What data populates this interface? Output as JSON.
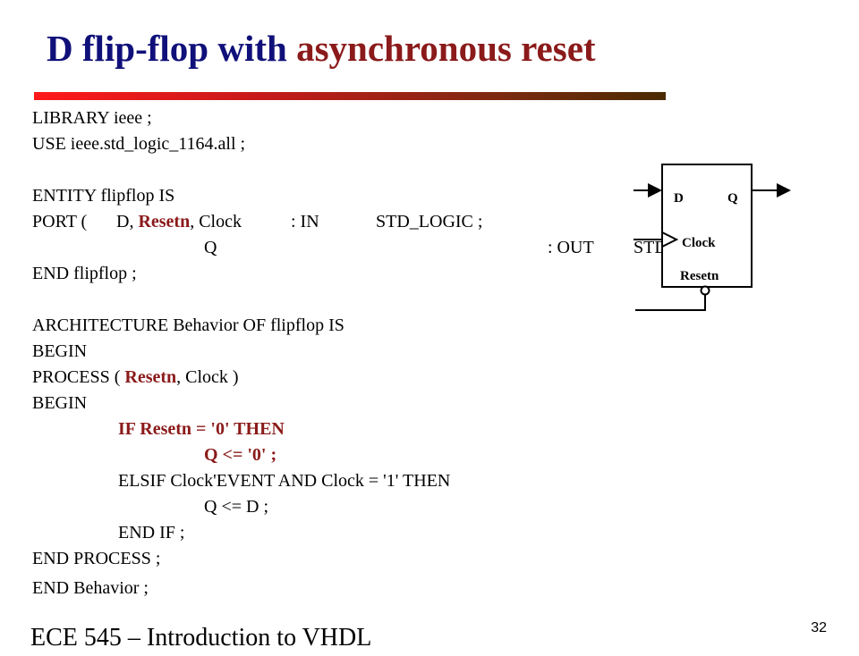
{
  "title": {
    "part1": "D flip-flop with ",
    "part2": "asynchronous reset"
  },
  "code": {
    "l1": "LIBRARY ieee ;",
    "l2": "USE ieee.std_logic_1164.all ;",
    "l4": "ENTITY flipflop IS",
    "l5_a": "PORT (",
    "l5_b": "D, ",
    "l5_c": "Resetn",
    "l5_d": ", Clock",
    "l5_e": ": IN",
    "l5_f": "STD_LOGIC ;",
    "l6_a": "Q",
    "l6_b": ": OUT",
    "l6_c": "STD_LOGIC ) ;",
    "l7": "END flipflop ;",
    "l9": "ARCHITECTURE Behavior OF flipflop IS",
    "l10": "BEGIN",
    "l11_a": "PROCESS ( ",
    "l11_b": "Resetn",
    "l11_c": ", Clock )",
    "l12": "BEGIN",
    "l13": "IF Resetn = '0' THEN",
    "l14": "Q <= '0' ;",
    "l15": "ELSIF Clock'EVENT AND Clock = '1' THEN",
    "l16": "Q <= D ;",
    "l17": "END IF ;",
    "l18": "END PROCESS ;",
    "l19": "END Behavior ;"
  },
  "diagram": {
    "d": "D",
    "q": "Q",
    "clock": "Clock",
    "resetn": "Resetn"
  },
  "footer": {
    "course": "ECE 545 – Introduction to VHDL",
    "page": "32"
  }
}
